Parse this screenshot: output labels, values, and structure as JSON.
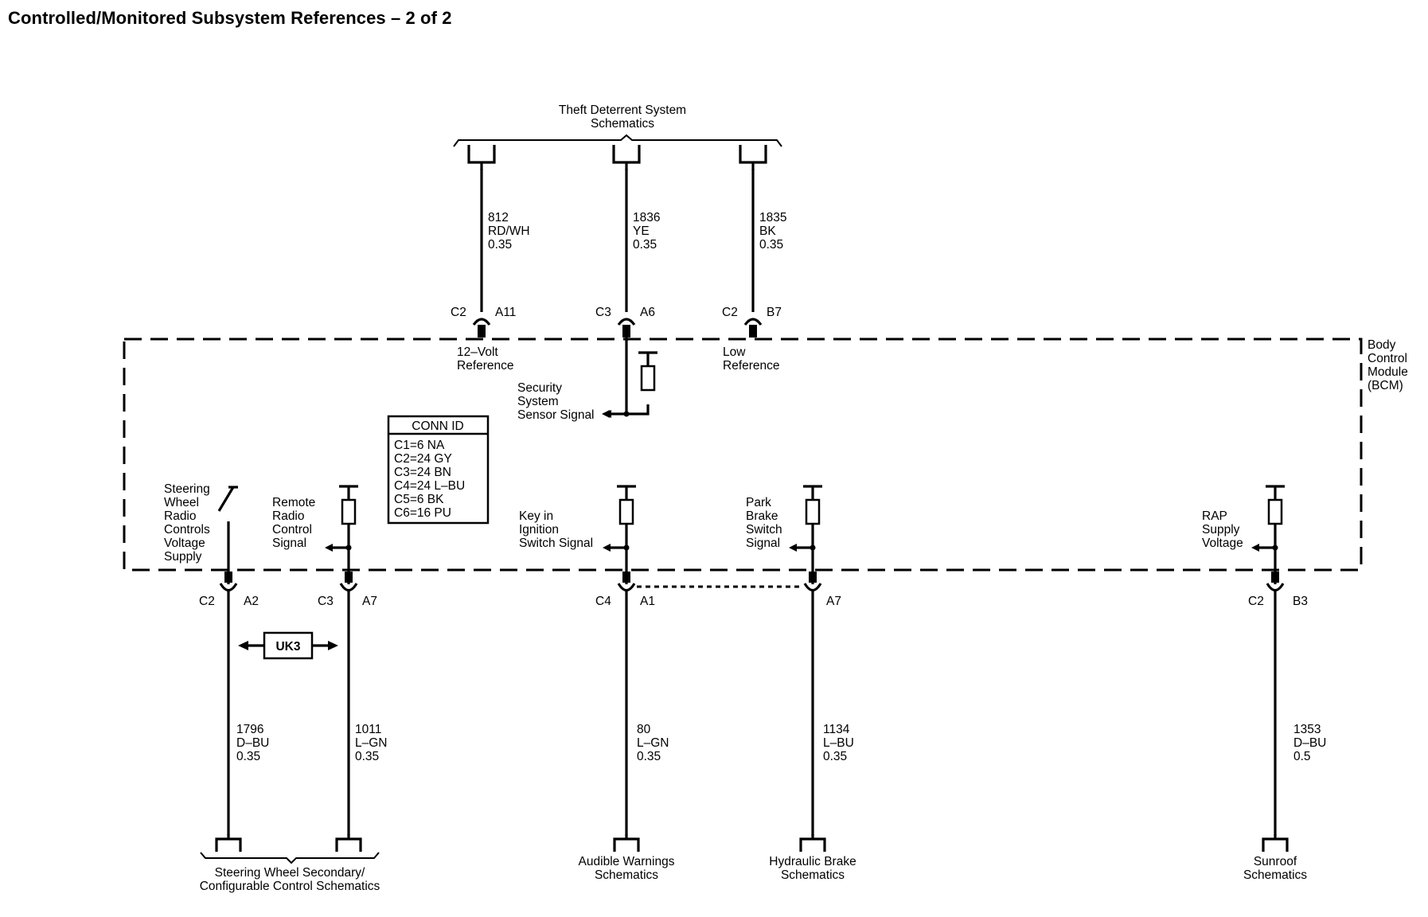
{
  "title": "Controlled/Monitored Subsystem References – 2 of 2",
  "top_schematic": {
    "line1": "Theft Deterrent System",
    "line2": "Schematics"
  },
  "module": {
    "lines": [
      "Body",
      "Control",
      "Module",
      "(BCM)"
    ]
  },
  "conn_id": {
    "header": "CONN ID",
    "rows": [
      "C1=6 NA",
      "C2=24 GY",
      "C3=24 BN",
      "C4=24 L–BU",
      "C5=6 BK",
      "C6=16 PU"
    ]
  },
  "top_circuits": [
    {
      "wire": [
        "812",
        "RD/WH",
        "0.35"
      ],
      "conn": "C2",
      "pin": "A11",
      "label": [
        "12–Volt",
        "Reference"
      ]
    },
    {
      "wire": [
        "1836",
        "YE",
        "0.35"
      ],
      "conn": "C3",
      "pin": "A6",
      "label": [
        "Security",
        "System",
        "Sensor Signal"
      ]
    },
    {
      "wire": [
        "1835",
        "BK",
        "0.35"
      ],
      "conn": "C2",
      "pin": "B7",
      "label": [
        "Low",
        "Reference"
      ]
    }
  ],
  "bottom_circuits": [
    {
      "label": [
        "Steering",
        "Wheel",
        "Radio",
        "Controls",
        "Voltage",
        "Supply"
      ],
      "conn": "C2",
      "pin": "A2",
      "wire": [
        "1796",
        "D–BU",
        "0.35"
      ]
    },
    {
      "label": [
        "Remote",
        "Radio",
        "Control",
        "Signal"
      ],
      "conn": "C3",
      "pin": "A7",
      "wire": [
        "1011",
        "L–GN",
        "0.35"
      ]
    },
    {
      "label": [
        "Key in",
        "Ignition",
        "Switch Signal"
      ],
      "conn": "C4",
      "pin": "A1",
      "wire": [
        "80",
        "L–GN",
        "0.35"
      ]
    },
    {
      "label": [
        "Park",
        "Brake",
        "Switch",
        "Signal"
      ],
      "conn": "",
      "pin": "A7",
      "wire": [
        "1134",
        "L–BU",
        "0.35"
      ]
    },
    {
      "label": [
        "RAP",
        "Supply",
        "Voltage"
      ],
      "conn": "C2",
      "pin": "B3",
      "wire": [
        "1353",
        "D–BU",
        "0.5"
      ]
    }
  ],
  "option_box": "UK3",
  "bottom_schematics": {
    "steering": [
      "Steering Wheel Secondary/",
      "Configurable Control Schematics"
    ],
    "audible": [
      "Audible Warnings",
      "Schematics"
    ],
    "hydraulic": [
      "Hydraulic Brake",
      "Schematics"
    ],
    "sunroof": [
      "Sunroof",
      "Schematics"
    ]
  }
}
